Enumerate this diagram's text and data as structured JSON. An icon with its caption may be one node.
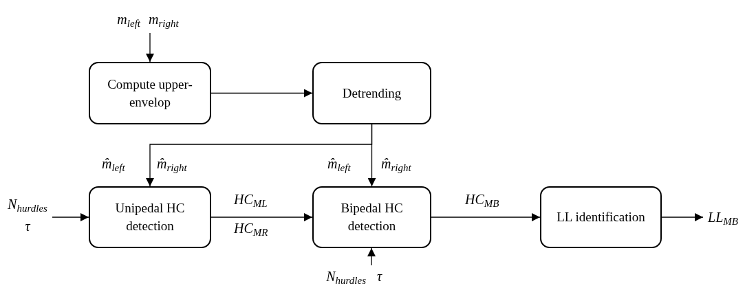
{
  "diagram": {
    "nodes": [
      {
        "text": [
          "Compute upper-envelop"
        ]
      },
      {
        "text": [
          "Detrending"
        ]
      },
      {
        "text": [
          "Unipedal HC detection"
        ]
      },
      {
        "text": [
          "Bipedal HC detection"
        ]
      },
      {
        "text": [
          "LL identification"
        ]
      },
      {
        "text": [
          "m$_{left}$",
          "m$_{right}$"
        ]
      },
      {
        "text": [
          "N$_{hurdles}$",
          "τ"
        ]
      },
      {
        "text": [
          "N$_{hurdles}$",
          "τ"
        ]
      },
      {
        "text": [
          "LL$_{MB}$"
        ]
      }
    ],
    "edges": [
      {
        "from": 5,
        "to": 0,
        "arrow": "to"
      },
      {
        "from": 0,
        "to": 1,
        "arrow": "to"
      },
      {
        "from": 1,
        "to": 2,
        "arrow": "to"
      },
      {
        "from": 1,
        "to": 3,
        "arrow": "to"
      },
      {
        "from": 2,
        "to": 3,
        "arrow": "to"
      },
      {
        "from": 6,
        "to": 2,
        "arrow": "to"
      },
      {
        "from": 7,
        "to": 3,
        "arrow": "to"
      },
      {
        "from": 3,
        "to": 4,
        "label": "HC$_{MB}$",
        "arrow": "to"
      },
      {
        "from": 4,
        "to": 8,
        "arrow": "to"
      }
    ],
    "labels": [
      "m̂$_{left}$",
      "m̂$_{right}$",
      "m̂$_{left}$",
      "m̂$_{right}$",
      "HC$_{ML}$",
      "HC$_{MR}$"
    ]
  }
}
